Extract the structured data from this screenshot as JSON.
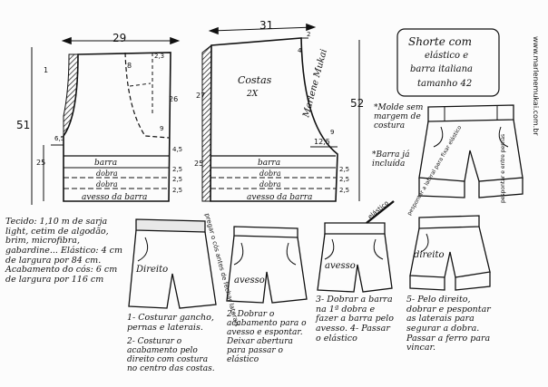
{
  "title": {
    "line1": "Shorte com",
    "line2": "elástico e",
    "line3": "barra italiana",
    "line4": "tamanho 42"
  },
  "watermark": "www.marlenemukai.com.br",
  "signature": "Marlene Mukai",
  "front": {
    "width_label": "29",
    "height_label": "51",
    "dims": {
      "d1": "1",
      "d8": "8",
      "d2_3": "2,3",
      "d26": "26",
      "d9": "9",
      "d4_5": "4,5",
      "d6_5": "6,5",
      "d25": "25",
      "d2_5a": "2,5",
      "d2_5b": "2,5",
      "d2_5c": "2,5"
    },
    "barra": "barra",
    "dobra1": "dobra",
    "dobra2": "dobra",
    "avesso": "avesso da barra"
  },
  "back": {
    "width_label": "31",
    "height_label": "52",
    "label": "Costas",
    "count": "2X",
    "dims": {
      "d27": "27",
      "d4": "4",
      "d2": "2",
      "d9": "9",
      "d12_5": "12,5",
      "d25": "25",
      "d2_5a": "2,5",
      "d2_5b": "2,5",
      "d2_5c": "2,5"
    },
    "barra": "barra",
    "dobra1": "dobra",
    "dobra2": "dobra",
    "avesso": "avesso da barra"
  },
  "notes": {
    "molde": "*Molde sem margem de costura",
    "barra": "*Barra já incluída"
  },
  "materials": "Tecido: 1,10 m de sarja light, cetim de algodão, brim, microfibra, gabardine... Elástico: 4 cm de largura por 84 cm. Acabamento do cós: 6 cm de largura por 116 cm",
  "steps": {
    "s1": "1- Costurar gancho, pernas e laterais.",
    "s2": "2- Dobrar o acabamento para o avesso e espontar. Deixar abertura para passar o elástico",
    "s3": "3- Dobrar a barra na 1ª dobra e fazer a barra pelo avesso. 4- Passar o elástico",
    "s5": "5- Pelo direito, dobrar e pespontar as laterais para segurar a dobra. Passar a ferro para vincar."
  },
  "fig_labels": {
    "direito1": "Direito",
    "pregar": "pregar o cós antes de fechar laterais",
    "avesso2": "avesso",
    "avesso3": "avesso",
    "elastico": "elástico",
    "direito5": "direito",
    "pespontar": "pespontar a lateral para fixar elástico",
    "pesp2": "pespontar e entre pernas",
    "costura2": "2- Costurar o acabamento pelo direito com costura no centro das costas."
  }
}
